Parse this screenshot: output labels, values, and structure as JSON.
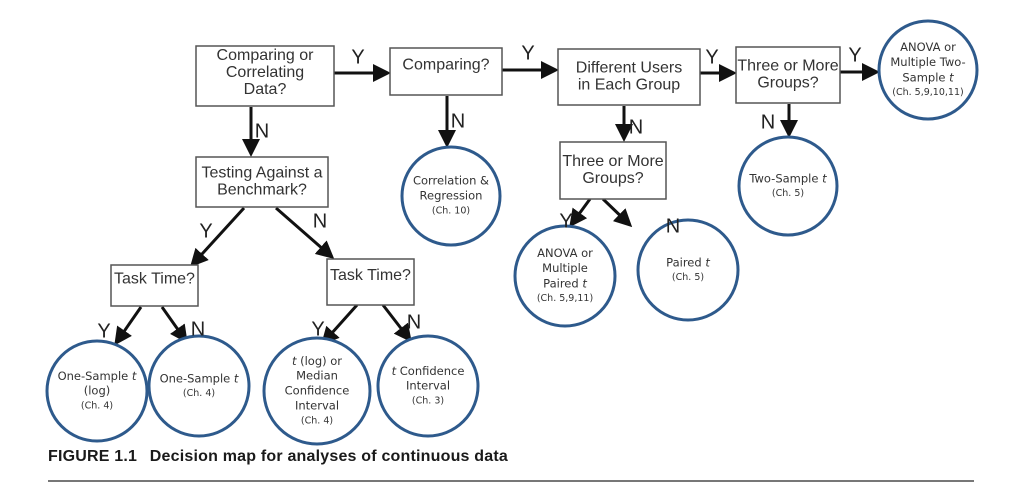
{
  "figure": {
    "number": "FIGURE 1.1",
    "caption": "Decision map for analyses of continuous data"
  },
  "colors": {
    "circle_outline": "#2e5a8c",
    "box_outline": "#555555",
    "arrow": "#111111"
  },
  "nodes": [
    {
      "id": "comparing-or-correlating",
      "type": "decision",
      "lines": [
        "Comparing or",
        "Correlating",
        "Data?"
      ]
    },
    {
      "id": "comparing",
      "type": "decision",
      "lines": [
        "Comparing?"
      ]
    },
    {
      "id": "different-users",
      "type": "decision",
      "lines": [
        "Different Users",
        "in Each Group"
      ]
    },
    {
      "id": "three-or-more-top",
      "type": "decision",
      "lines": [
        "Three or More",
        "Groups?"
      ]
    },
    {
      "id": "anova-two-sample",
      "type": "result",
      "lines": [
        "ANOVA or",
        "Multiple Two-",
        "Sample t",
        "(Ch. 5,9,10,11)"
      ]
    },
    {
      "id": "testing-benchmark",
      "type": "decision",
      "lines": [
        "Testing Against a",
        "Benchmark?"
      ]
    },
    {
      "id": "correlation-regression",
      "type": "result",
      "lines": [
        "Correlation &",
        "Regression",
        "(Ch. 10)"
      ]
    },
    {
      "id": "three-or-more-mid",
      "type": "decision",
      "lines": [
        "Three or More",
        "Groups?"
      ]
    },
    {
      "id": "two-sample-t",
      "type": "result",
      "lines": [
        "Two-Sample t",
        "(Ch. 5)"
      ]
    },
    {
      "id": "task-time-left",
      "type": "decision",
      "lines": [
        "Task Time?"
      ]
    },
    {
      "id": "task-time-right",
      "type": "decision",
      "lines": [
        "Task Time?"
      ]
    },
    {
      "id": "anova-paired",
      "type": "result",
      "lines": [
        "ANOVA or",
        "Multiple",
        "Paired t",
        "(Ch. 5,9,11)"
      ]
    },
    {
      "id": "paired-t",
      "type": "result",
      "lines": [
        "Paired t",
        "(Ch. 5)"
      ]
    },
    {
      "id": "one-sample-log",
      "type": "result",
      "lines": [
        "One-Sample t",
        "(log)",
        "(Ch. 4)"
      ]
    },
    {
      "id": "one-sample",
      "type": "result",
      "lines": [
        "One-Sample t",
        "(Ch. 4)"
      ]
    },
    {
      "id": "t-log-median",
      "type": "result",
      "lines": [
        "t (log)  or",
        "Median",
        "Confidence",
        "Interval",
        "(Ch. 4)"
      ]
    },
    {
      "id": "t-confidence",
      "type": "result",
      "lines": [
        "t Confidence",
        "Interval",
        "(Ch. 3)"
      ]
    }
  ],
  "edges": [
    {
      "from": "comparing-or-correlating",
      "to": "comparing",
      "label": "Y"
    },
    {
      "from": "comparing",
      "to": "different-users",
      "label": "Y"
    },
    {
      "from": "different-users",
      "to": "three-or-more-top",
      "label": "Y"
    },
    {
      "from": "three-or-more-top",
      "to": "anova-two-sample",
      "label": "Y"
    },
    {
      "from": "comparing-or-correlating",
      "to": "testing-benchmark",
      "label": "N"
    },
    {
      "from": "comparing",
      "to": "correlation-regression",
      "label": "N"
    },
    {
      "from": "different-users",
      "to": "three-or-more-mid",
      "label": "N"
    },
    {
      "from": "three-or-more-top",
      "to": "two-sample-t",
      "label": "N"
    },
    {
      "from": "testing-benchmark",
      "to": "task-time-left",
      "label": "Y"
    },
    {
      "from": "testing-benchmark",
      "to": "task-time-right",
      "label": "N"
    },
    {
      "from": "three-or-more-mid",
      "to": "anova-paired",
      "label": "Y"
    },
    {
      "from": "three-or-more-mid",
      "to": "paired-t",
      "label": "N"
    },
    {
      "from": "task-time-left",
      "to": "one-sample-log",
      "label": "Y"
    },
    {
      "from": "task-time-left",
      "to": "one-sample",
      "label": "N"
    },
    {
      "from": "task-time-right",
      "to": "t-log-median",
      "label": "Y"
    },
    {
      "from": "task-time-right",
      "to": "t-confidence",
      "label": "N"
    }
  ]
}
